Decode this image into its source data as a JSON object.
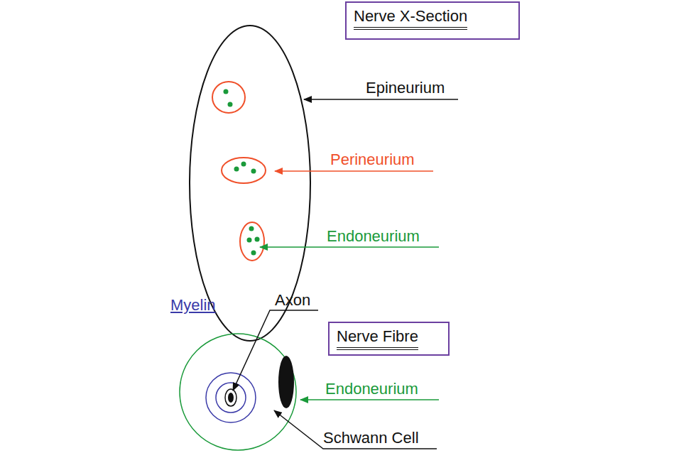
{
  "diagram": {
    "nodes": [
      {
        "text": [
          "Nerve X-Section"
        ]
      },
      {
        "text": [
          "Nerve Fibre"
        ]
      }
    ],
    "labels": [
      "Epineurium",
      "Perineurium",
      "Endoneurium",
      "Myelin",
      "Axon",
      "Endoneurium",
      "Schwann Cell"
    ]
  }
}
